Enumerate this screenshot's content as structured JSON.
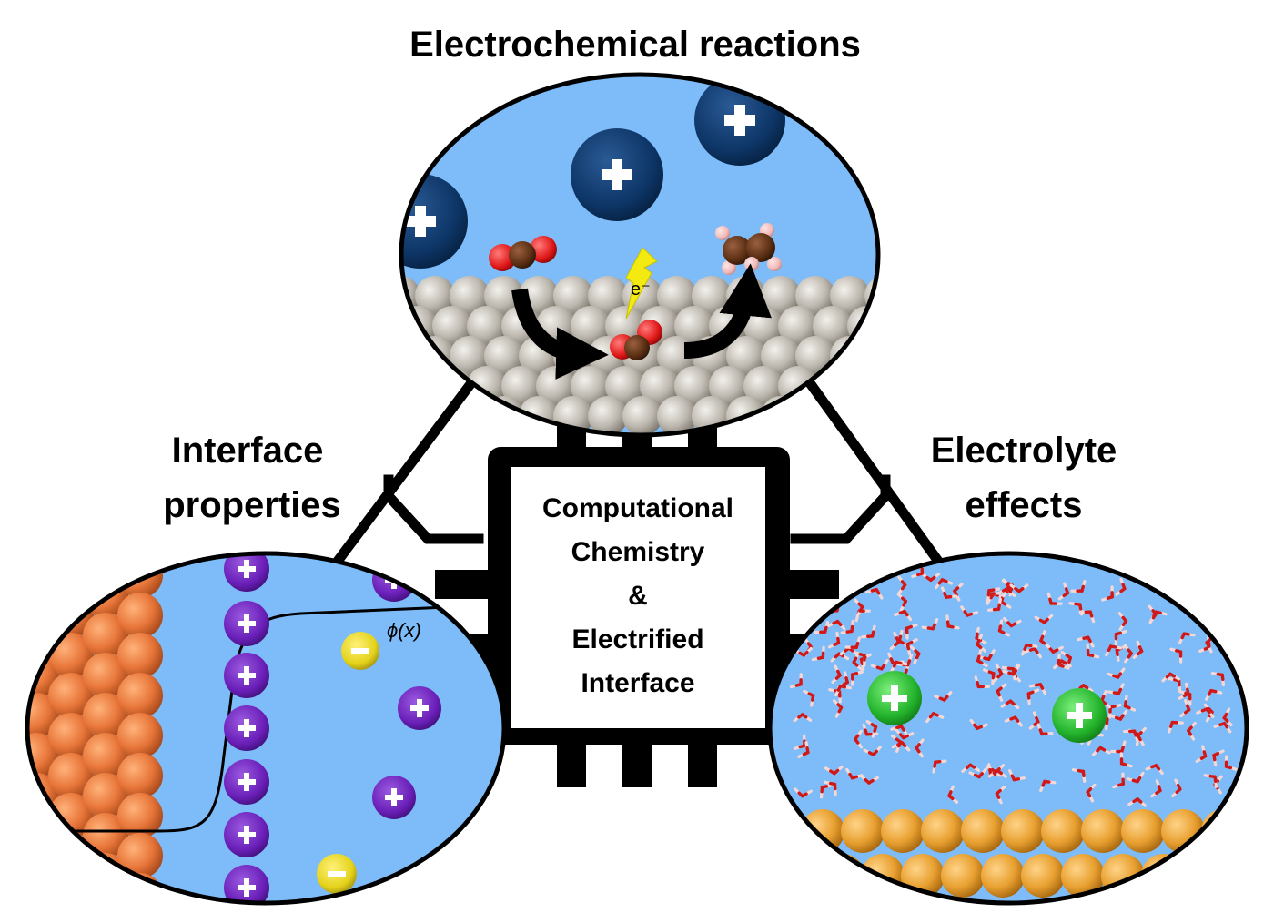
{
  "headings": {
    "top": "Electrochemical reactions",
    "left_line1": "Interface",
    "left_line2": "properties",
    "right_line1": "Electrolyte",
    "right_line2": "effects"
  },
  "center": {
    "line1": "Computational",
    "line2": "Chemistry",
    "line3": "&",
    "line4": "Electrified",
    "line5": "Interface"
  },
  "annotations": {
    "electron": "e⁻",
    "potential": "ϕ(x)"
  },
  "icons": {
    "cation": "plus-sign",
    "anion": "minus-sign",
    "lightning": "lightning-bolt",
    "arrow": "curved-arrow"
  },
  "colors": {
    "electrolyte": "#7dbcf8",
    "outline": "#000000",
    "top_cation": "#0d3566",
    "left_cation": "#6a1fb8",
    "left_anion": "#e4d21a",
    "right_cation": "#22b22a",
    "copper_atoms": "#e8793a",
    "gold_atoms": "#e8a030",
    "surface_atoms": "#bdb8b0",
    "oxygen": "#e01818",
    "carbon": "#5a2e12",
    "hydrogen": "#f0b8b8",
    "lightning": "#f2ea10"
  }
}
